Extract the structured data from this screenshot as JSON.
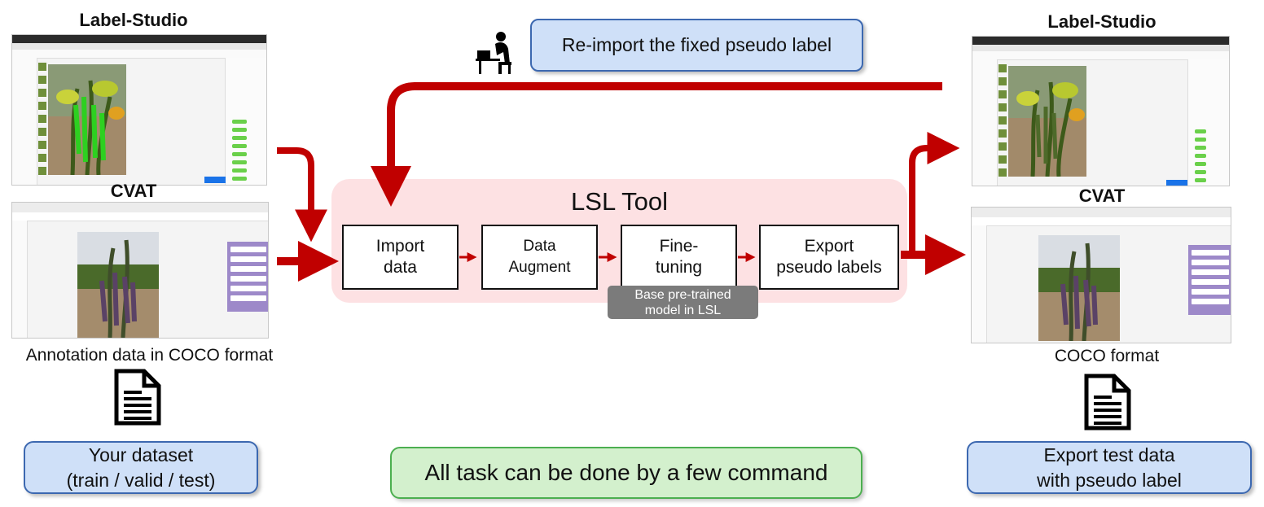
{
  "left": {
    "label_studio_title": "Label-Studio",
    "cvat_title": "CVAT",
    "caption": "Annotation data in COCO format",
    "dataset_box": "Your dataset\n(train / valid / test)"
  },
  "right": {
    "label_studio_title": "Label-Studio",
    "cvat_title": "CVAT",
    "caption": "COCO format",
    "export_box": "Export test data\nwith pseudo label"
  },
  "top_box": "Re-import the fixed pseudo label",
  "lsl_tool": {
    "title": "LSL Tool",
    "steps": [
      {
        "label": "Import\ndata"
      },
      {
        "label": "Data\nAugment"
      },
      {
        "label": "Fine-\ntuning"
      },
      {
        "label": "Export\npseudo labels"
      }
    ],
    "model_tag": "Base pre-trained\nmodel in LSL"
  },
  "bottom_box": "All task can be done by a few command",
  "icons": [
    "person-at-desk-icon",
    "document-icon",
    "document-icon"
  ],
  "colors": {
    "arrow": "#c00000",
    "lsl_background": "#fde1e3",
    "blue_box": "#cfe0f8",
    "green_box": "#d3f0cd",
    "tag": "#7b7b7b"
  }
}
